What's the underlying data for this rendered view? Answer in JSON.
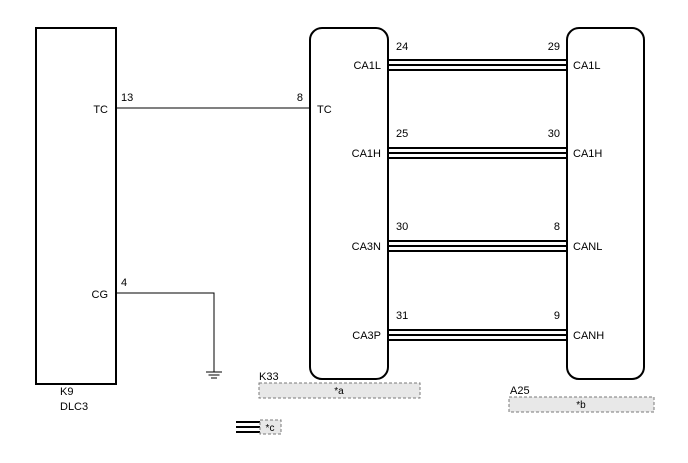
{
  "connectors": {
    "dlc3": {
      "id": "K9",
      "name": "DLC3",
      "pins": [
        {
          "num": "13",
          "label": "TC"
        },
        {
          "num": "4",
          "label": "CG"
        }
      ]
    },
    "k33": {
      "id": "K33",
      "pins": [
        {
          "num": "8",
          "label": "TC"
        },
        {
          "num": "24",
          "label": "CA1L"
        },
        {
          "num": "25",
          "label": "CA1H"
        },
        {
          "num": "30",
          "label": "CA3N"
        },
        {
          "num": "31",
          "label": "CA3P"
        }
      ],
      "placeholder": "*a"
    },
    "a25": {
      "id": "A25",
      "pins": [
        {
          "num": "29",
          "label": "CA1L"
        },
        {
          "num": "30",
          "label": "CA1H"
        },
        {
          "num": "8",
          "label": "CANL"
        },
        {
          "num": "9",
          "label": "CANH"
        }
      ],
      "placeholder": "*b"
    }
  },
  "legend": {
    "label": "*c"
  }
}
